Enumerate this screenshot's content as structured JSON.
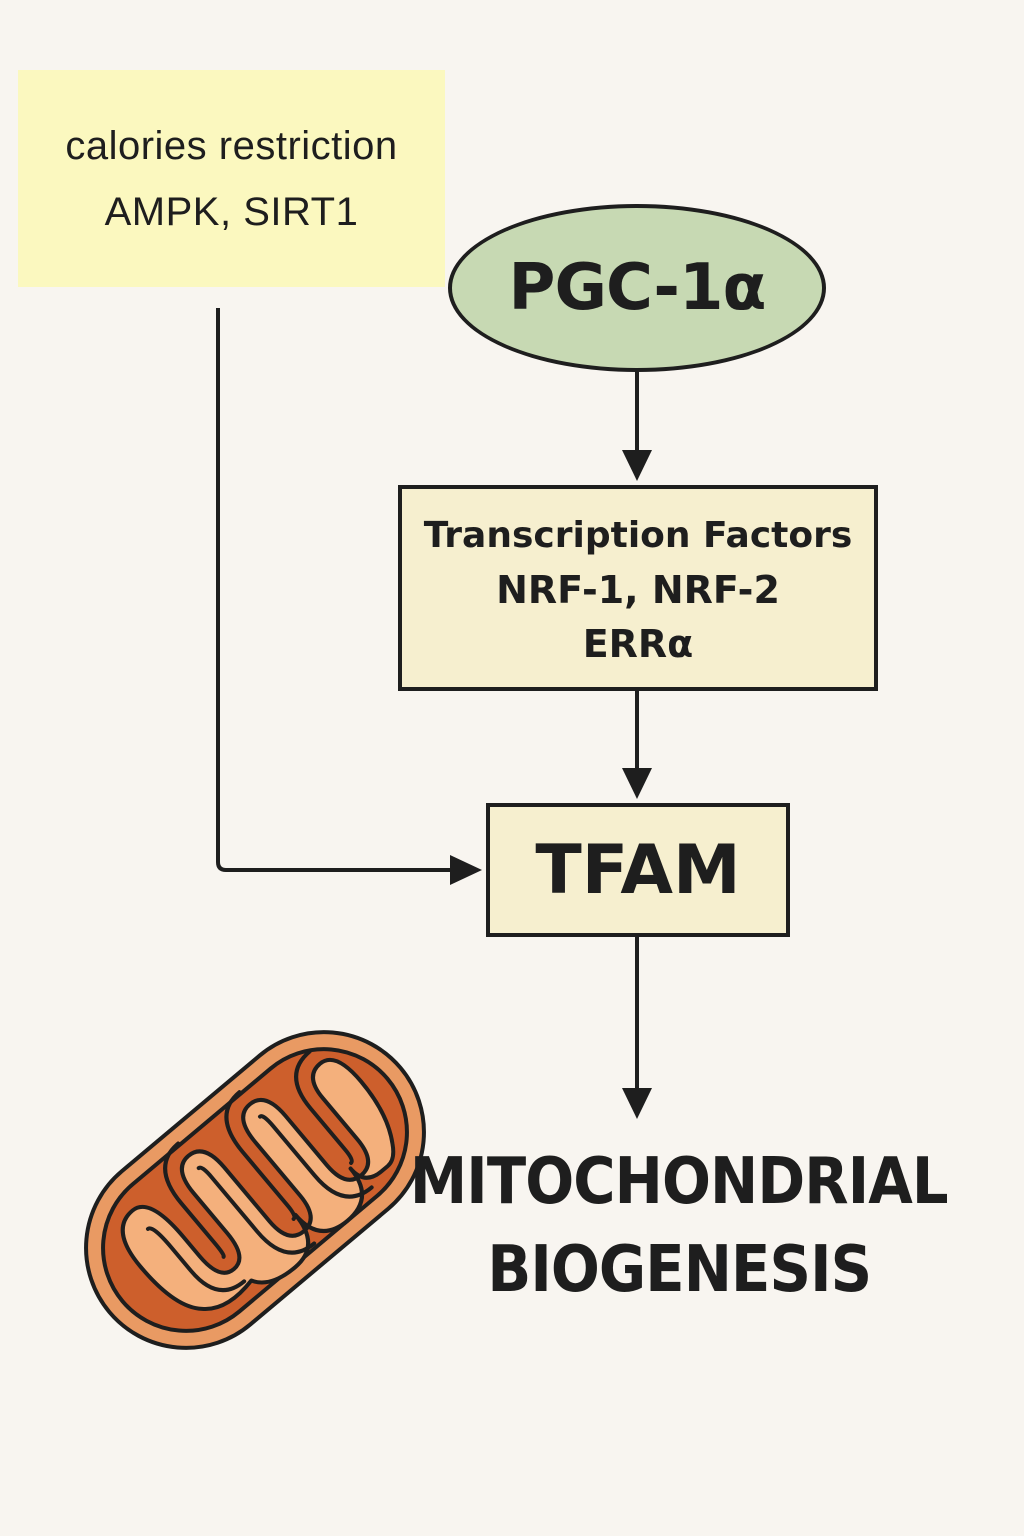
{
  "input_box": {
    "line1": "calories  restriction",
    "line2": "AMPK,  SIRT1"
  },
  "pgc": {
    "label": "PGC-1α"
  },
  "transcription_factors": {
    "title": "Transcription Factors",
    "line1": "NRF-1, NRF-2",
    "line2": "ERRα"
  },
  "tfam": {
    "label": "TFAM"
  },
  "outcome": {
    "line1": "MITOCHONDRIAL",
    "line2": "BIOGENESIS"
  },
  "colors": {
    "background": "#f8f5f0",
    "note_fill": "#fbf8bf",
    "pgc_fill": "#c7d9b3",
    "box_fill": "#f6efcf",
    "mito_outer": "#e99a63",
    "mito_inner": "#cd5f2c",
    "mito_cristae": "#f4b07c",
    "stroke": "#1e1e1e"
  },
  "icons": [
    "mitochondrion-icon"
  ]
}
